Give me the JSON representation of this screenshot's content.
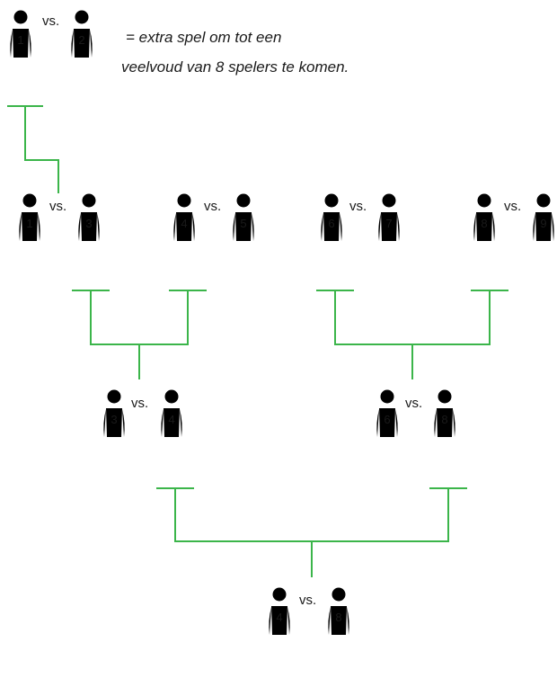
{
  "note": {
    "line1": "= extra spel om tot een",
    "line2": "veelvoud van 8 spelers te komen."
  },
  "vs_label": "vs.",
  "matches": [
    {
      "id": "extra",
      "players": [
        "1",
        "2"
      ]
    },
    {
      "id": "r1-a",
      "players": [
        "1",
        "3"
      ]
    },
    {
      "id": "r1-b",
      "players": [
        "4",
        "5"
      ]
    },
    {
      "id": "r1-c",
      "players": [
        "6",
        "7"
      ]
    },
    {
      "id": "r1-d",
      "players": [
        "8",
        "9"
      ]
    },
    {
      "id": "r2-a",
      "players": [
        "3",
        "4"
      ]
    },
    {
      "id": "r2-b",
      "players": [
        "6",
        "8"
      ]
    },
    {
      "id": "final",
      "players": [
        "4",
        "8"
      ]
    }
  ],
  "colors": {
    "bracket_line": "#3bb54a",
    "ink": "#1a1a1a"
  }
}
